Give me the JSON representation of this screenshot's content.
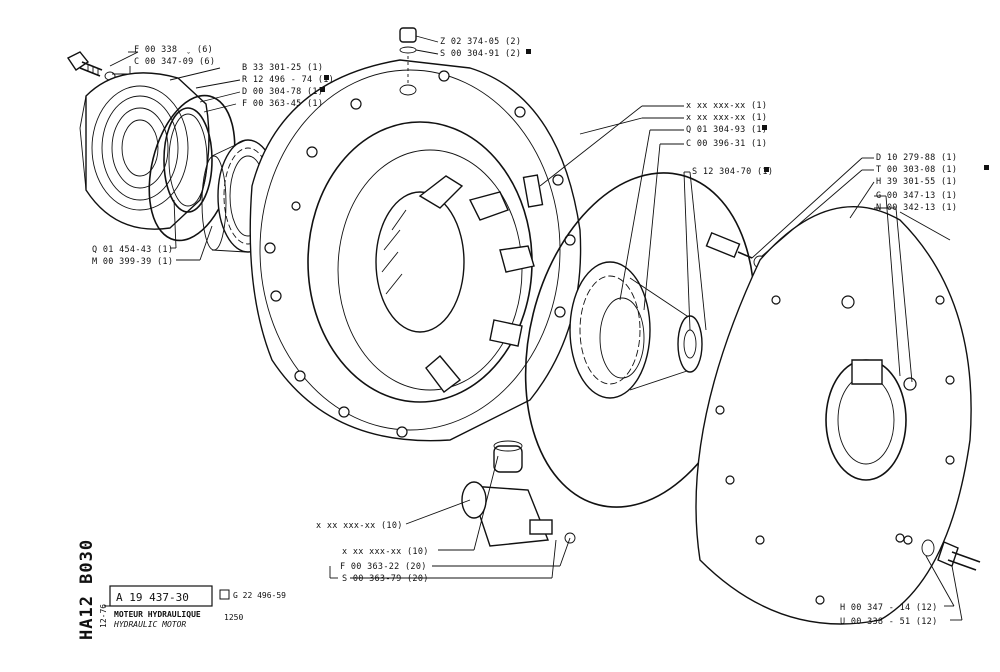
{
  "sheet": {
    "code": "HA12 B030",
    "drawing_number": "A 19 437-30",
    "ref": "G 22 496-59",
    "date": "12-76",
    "title_fr": "MOTEUR HYDRAULIQUE",
    "title_en": "HYDRAULIC MOTOR",
    "model": "1250"
  },
  "labels": {
    "l01": "F 00 338",
    "l01b": "ˬ (6)",
    "l02": "C 00 347-09 (6)",
    "l03": "B 33 301-25 (1)",
    "l04": "R 12 496 - 74 (1)",
    "l05": "D 00 304-78 (1)",
    "l06": "F 00 363-45 (1)",
    "l07": "Z 02 374-05 (2)",
    "l08": "S 00 304-91 (2)",
    "l09": "x xx xxx-xx (1)",
    "l10": "x xx xxx-xx (1)",
    "l11": "Q 01 304-93 (1)",
    "l12": "C 00 396-31 (1)",
    "l13": "S 12 304-70 (1)",
    "l14": "D 10 279-88 (1)",
    "l15": "T 00 303-08 (1)",
    "l16": "H 39 301-55 (1)",
    "l17": "G 00 347-13 (1)",
    "l18": "N 00 342-13 (1)",
    "l19": "Q 01 454-43 (1)",
    "l20": "M 00 399-39 (1)",
    "l21": "x xx xxx-xx (10)",
    "l22": "x xx xxx-xx (10)",
    "l23": "F 00 363-22 (20)",
    "l24": "S 00 363-79 (20)",
    "l25": "H 00 347 - 14 (12)",
    "l26": "U 00 338 - 51 (12)"
  }
}
